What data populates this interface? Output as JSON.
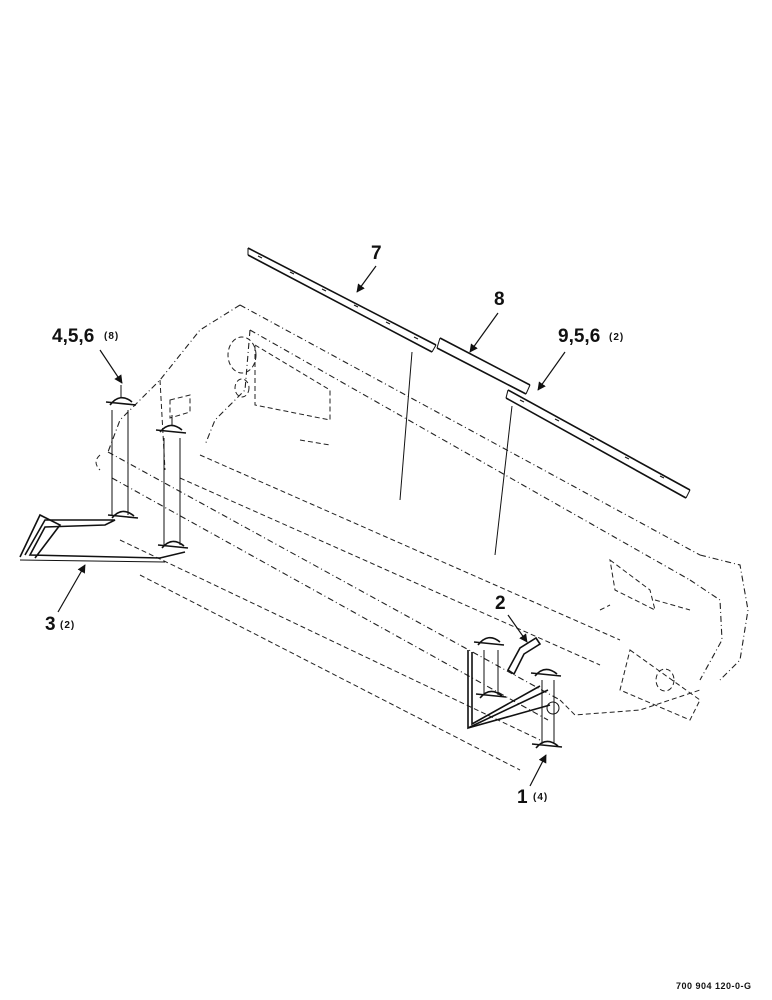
{
  "callouts": {
    "c7": "7",
    "c8": "8",
    "c456": "4,5,6",
    "c456_qty": "(8)",
    "c956": "9,5,6",
    "c956_qty": "(2)",
    "c3": "3",
    "c3_qty": "(2)",
    "c2": "2",
    "c1": "1",
    "c1_qty": "(4)"
  },
  "doc_number": "700 904 120-0-G"
}
